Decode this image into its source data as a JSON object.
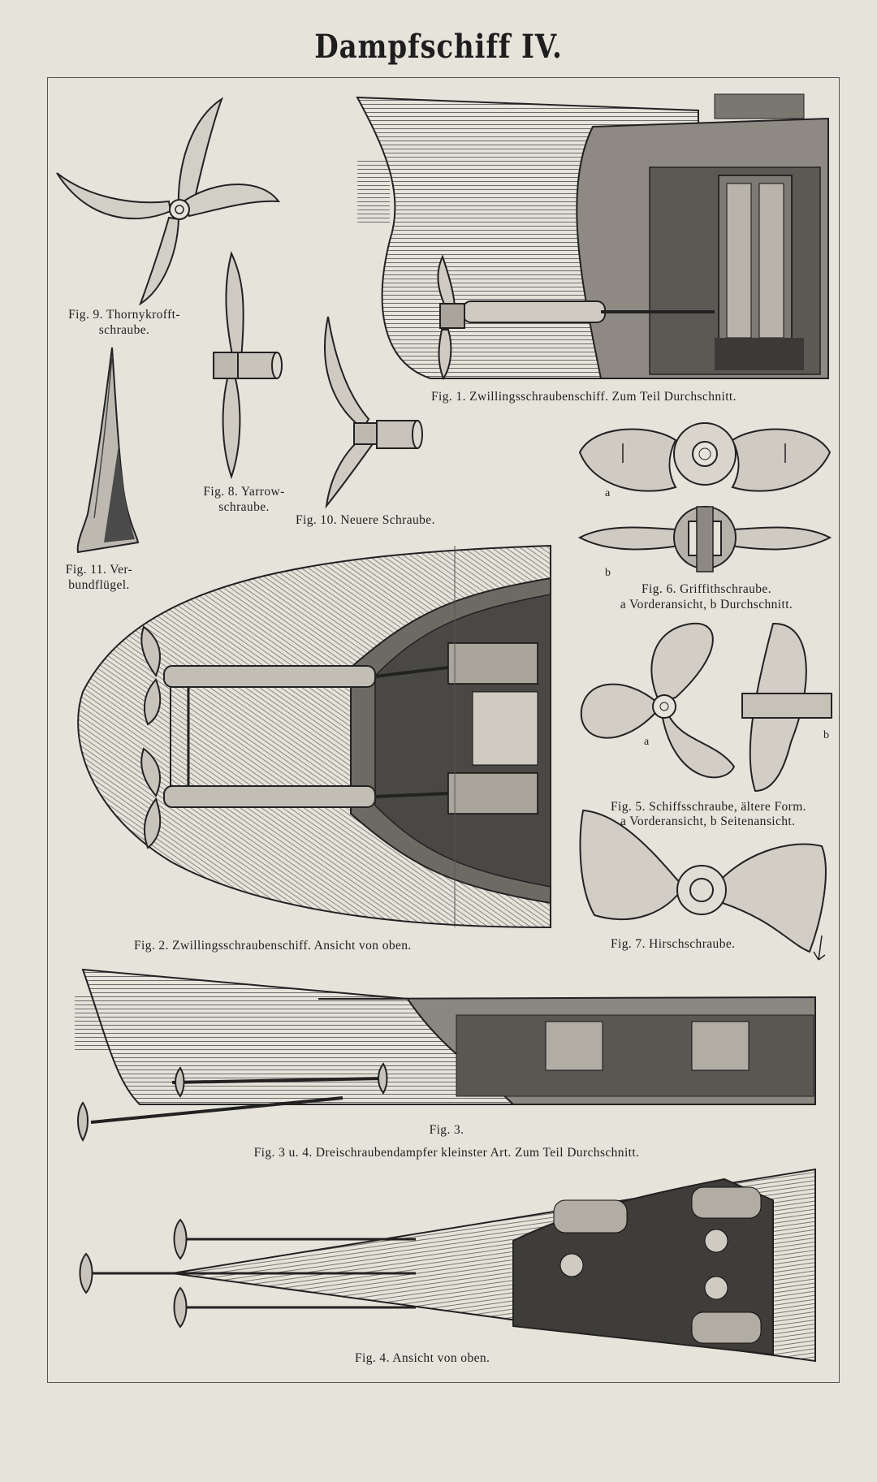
{
  "title": "Dampfschiff IV.",
  "captions": {
    "fig1": "Fig. 1.  Zwillingsschraubenschiff.  Zum Teil Durchschnitt.",
    "fig2": "Fig. 2.  Zwillingsschraubenschiff.  Ansicht von oben.",
    "fig3": "Fig. 3.",
    "fig3u4": "Fig. 3 u. 4.  Dreischraubendampfer kleinster Art.  Zum Teil Durchschnitt.",
    "fig4": "Fig. 4.  Ansicht von oben.",
    "fig5_line1": "Fig. 5. Schiffsschraube, ältere Form.",
    "fig5_line2": "a Vorderansicht, b Seitenansicht.",
    "fig6_line1": "Fig. 6.  Griffithschraube.",
    "fig6_line2": "a Vorderansicht,  b Durchschnitt.",
    "fig7": "Fig. 7.  Hirschschraube.",
    "fig8_line1": "Fig. 8.  Yarrow-",
    "fig8_line2": "schraube.",
    "fig9_line1": "Fig. 9.  Thornykrofft-",
    "fig9_line2": "schraube.",
    "fig10": "Fig. 10.  Neuere Schraube.",
    "fig11_line1": "Fig. 11.  Ver-",
    "fig11_line2": "bundflügel."
  },
  "labels": {
    "fig5_a": "a",
    "fig5_b": "b",
    "fig6_a": "a",
    "fig6_b": "b"
  },
  "colors": {
    "paper": "#e6e3da",
    "ink": "#1e1e1e",
    "hatch": "#6b6b6b"
  }
}
